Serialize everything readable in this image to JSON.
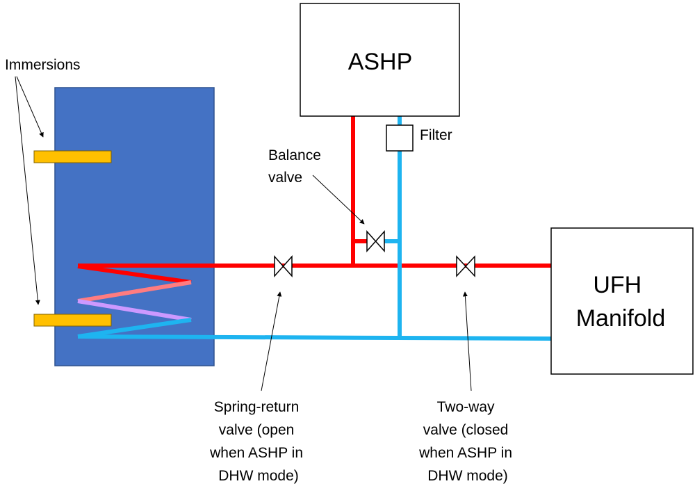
{
  "labels": {
    "immersions": "Immersions",
    "ashp": "ASHP",
    "filter": "Filter",
    "balance_valve": [
      "Balance",
      "valve"
    ],
    "ufh_manifold": [
      "UFH",
      "Manifold"
    ],
    "spring_return_valve": [
      "Spring-return",
      "valve (open",
      "when ASHP in",
      "DHW mode)"
    ],
    "two_way_valve": [
      "Two-way",
      "valve (closed",
      "when ASHP in",
      "DHW mode)"
    ]
  },
  "colors": {
    "flow_pipe": "#ff0000",
    "return_pipe": "#1eb4f0",
    "tank": "#4472c4",
    "tank_border": "#2f528f",
    "immersion": "#ffc000",
    "coil_pink": "#ff7c80",
    "coil_purple": "#cc99ff",
    "box_border": "#000000"
  }
}
